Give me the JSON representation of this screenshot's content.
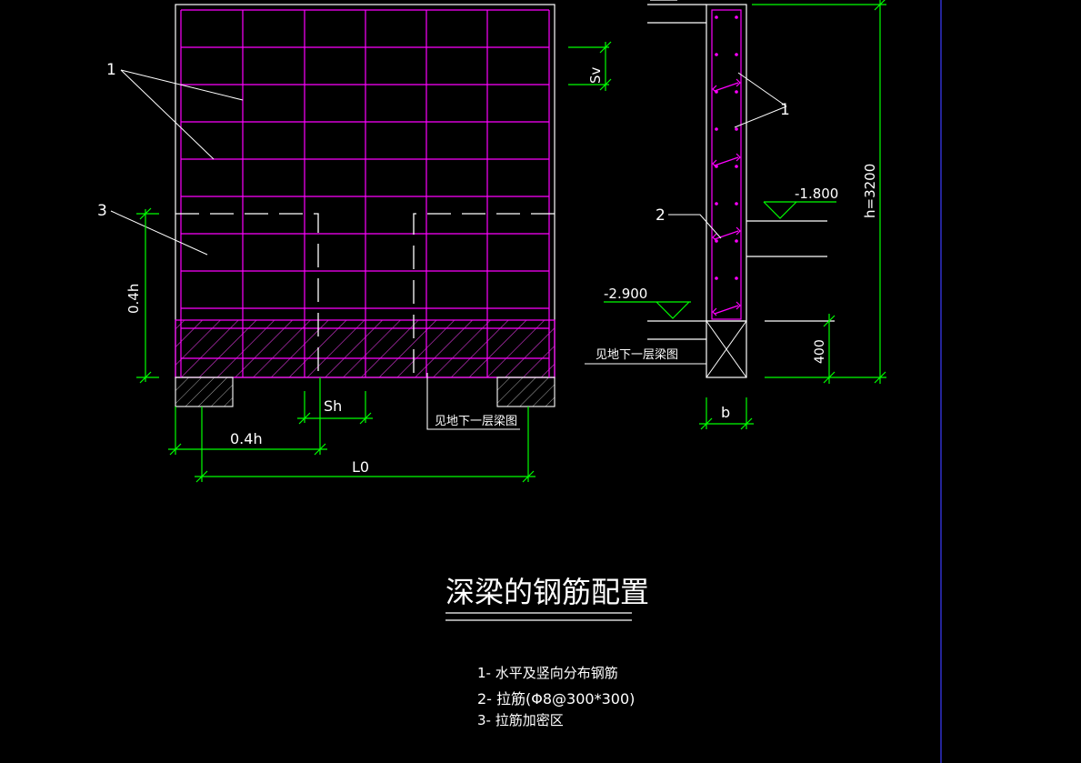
{
  "drawing": {
    "title": "深梁的钢筋配置",
    "legend": [
      "1- 水平及竖向分布钢筋",
      "2- 拉筋(Φ8@300*300)",
      "3- 拉筋加密区"
    ],
    "left": {
      "callout_1": "1",
      "callout_3": "3",
      "dim_vertical": "0.4h",
      "dim_sv": "Sv",
      "dim_sh": "Sh",
      "dim_04h": "0.4h",
      "dim_l0": "L0",
      "note_lower_beam": "见地下一层梁图"
    },
    "right": {
      "callout_1": "1",
      "callout_2": "2",
      "elev_1800": "-1.800",
      "elev_2900": "-2.900",
      "dim_h": "h=3200",
      "dim_400": "400",
      "dim_b": "b",
      "note_lower_beam": "见地下一层梁图"
    },
    "colors": {
      "background": "#000000",
      "concrete": "#ffffff",
      "rebar": "#ff00ff",
      "dimension": "#00ff00",
      "frame_line": "#3c3cff"
    }
  }
}
